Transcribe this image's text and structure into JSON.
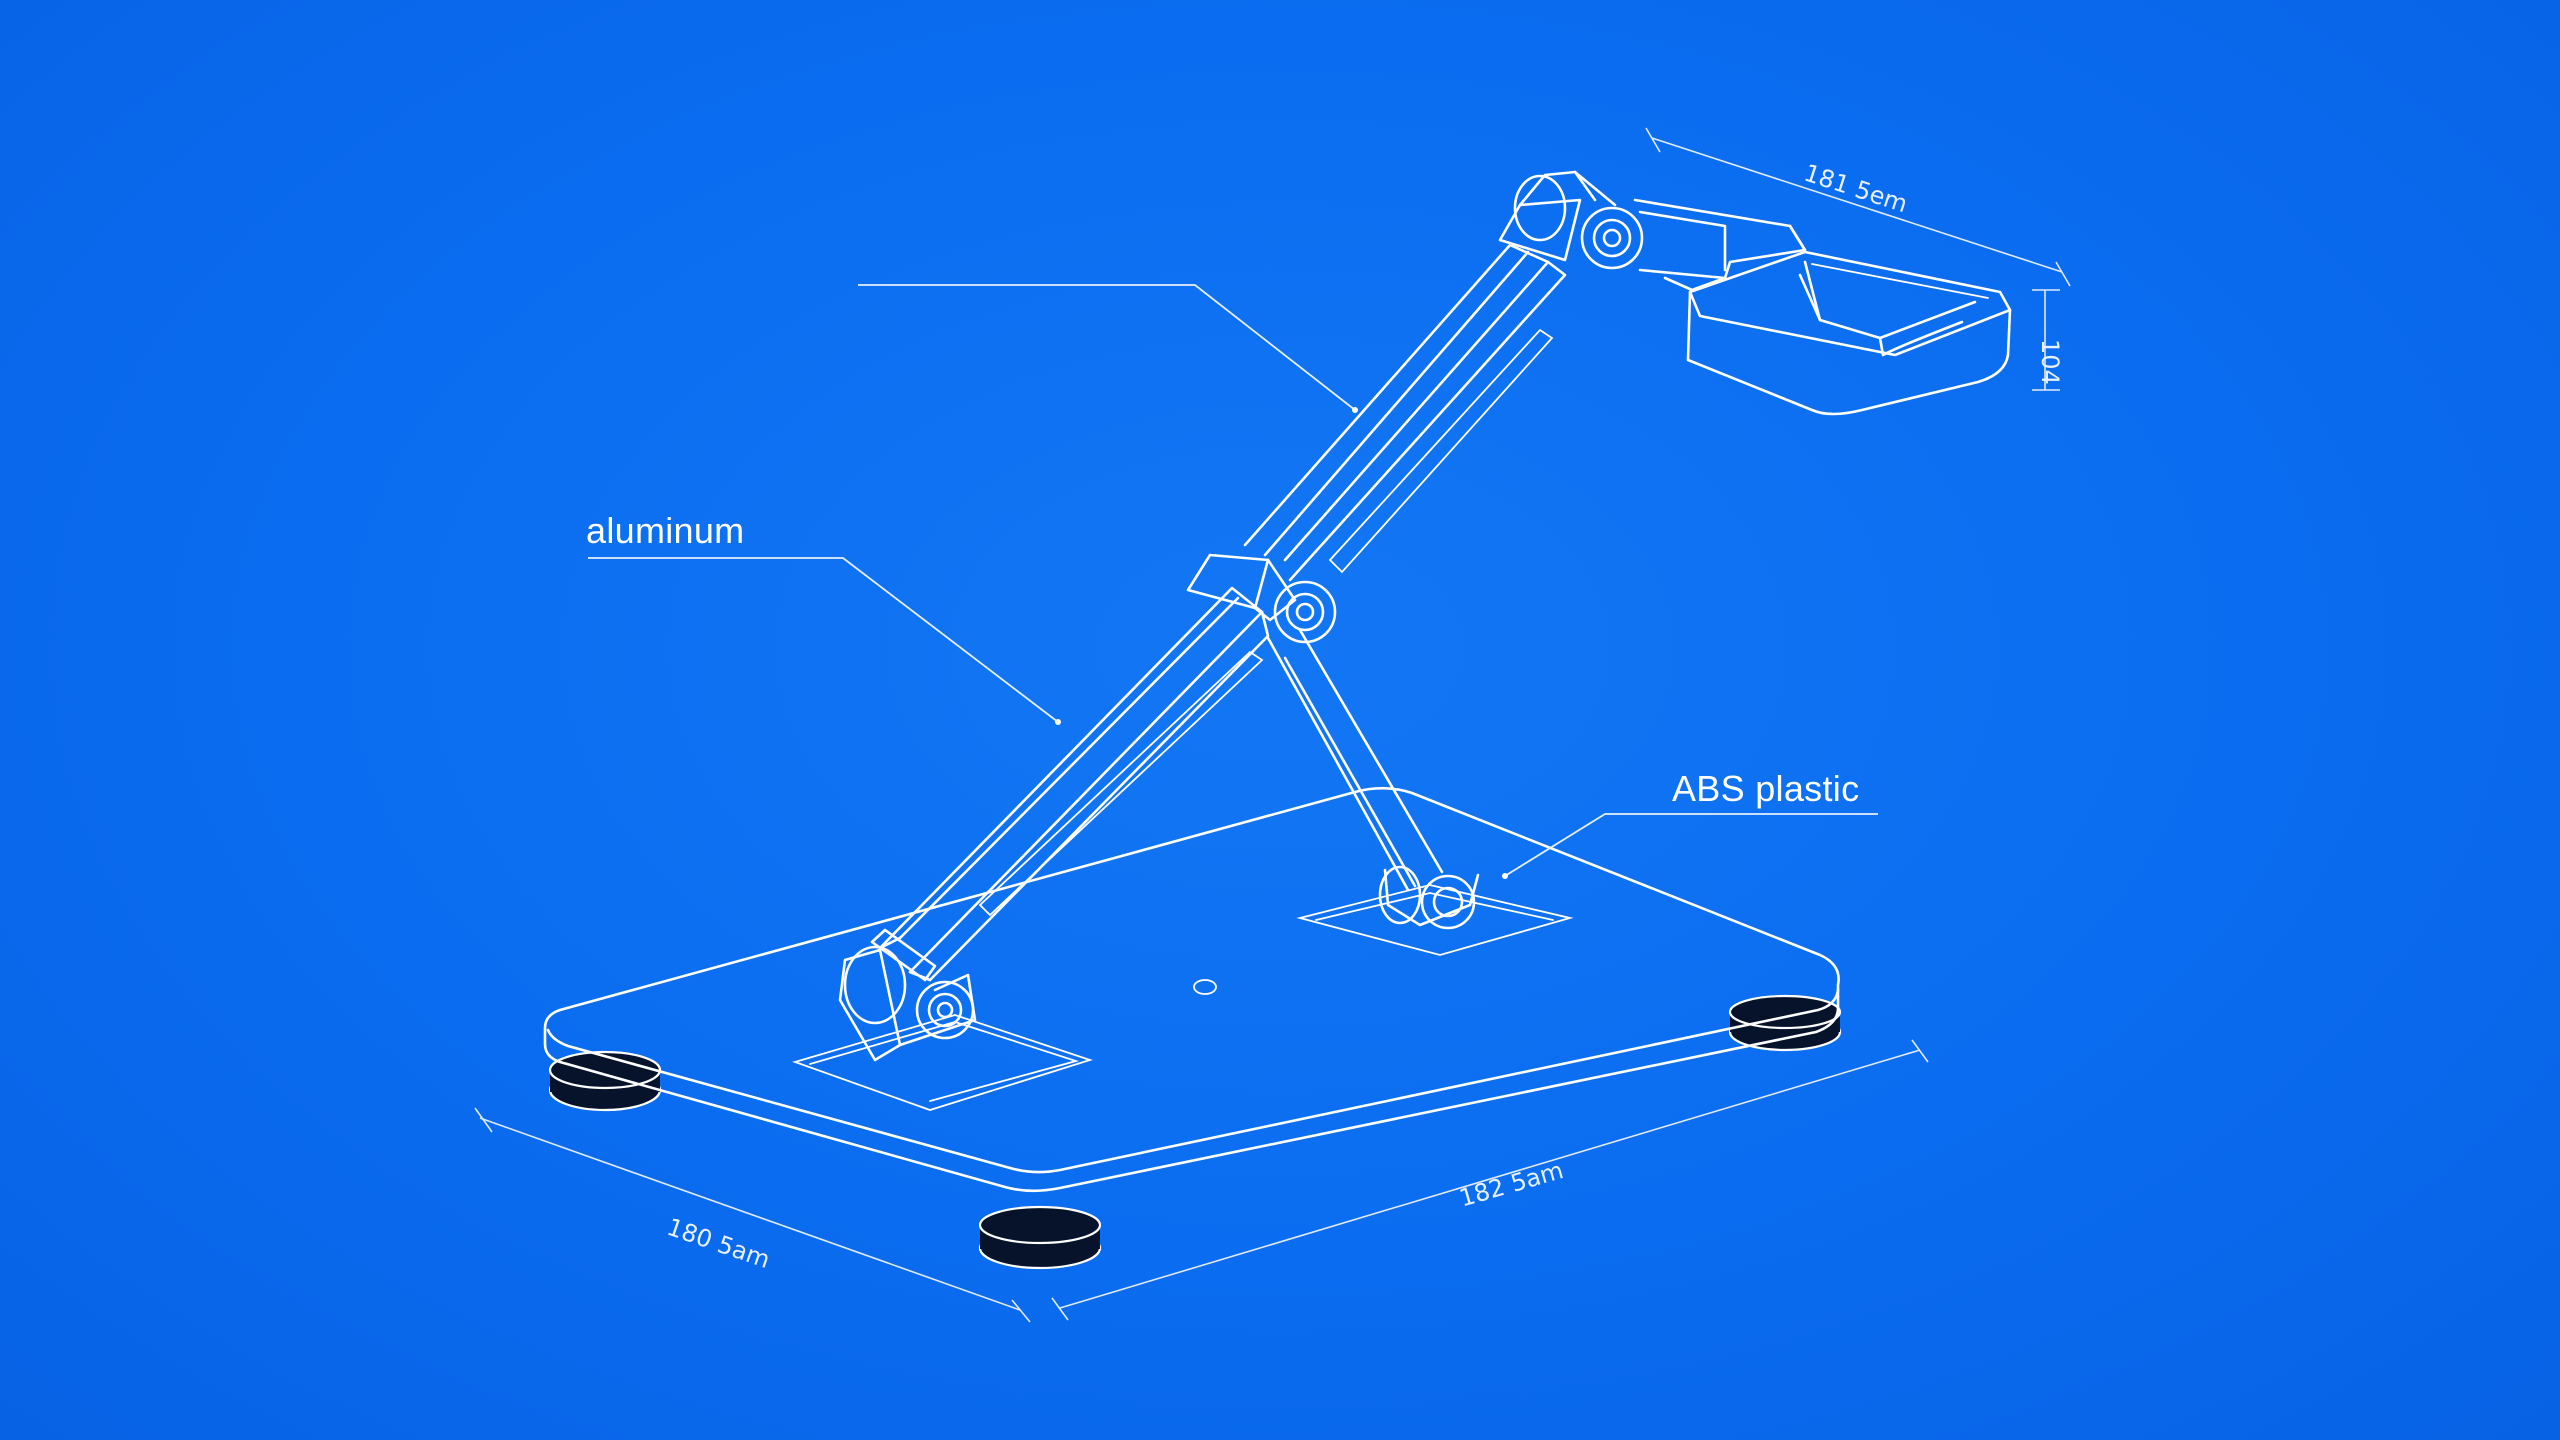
{
  "callouts": {
    "arm_material": "aluminum",
    "base_material": "ABS plastic"
  },
  "dimensions": {
    "base_depth": "180 5am",
    "base_width": "182 5am",
    "cradle_length": "181 5em",
    "cradle_height": "104"
  },
  "colors": {
    "background": "#0a6cf0",
    "line": "#ffffff",
    "feet": "#06132b"
  }
}
